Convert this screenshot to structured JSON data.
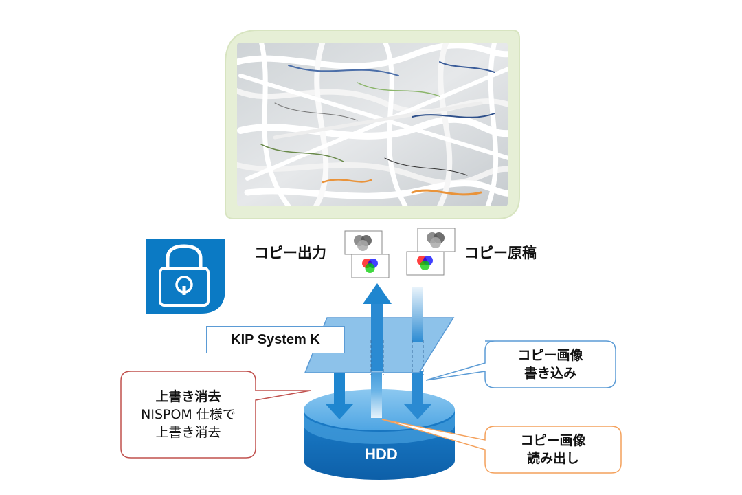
{
  "diagram": {
    "copy_output_label": "コピー出力",
    "copy_original_label": "コピー原稿",
    "system_label": "KIP System K",
    "write_callout": {
      "line1": "コピー画像",
      "line2": "書き込み"
    },
    "read_callout": {
      "line1": "コピー画像",
      "line2": "読み出し"
    },
    "erase_callout": {
      "title": "上書き消去",
      "line2": "NISPOM 仕様で",
      "line3": "上書き消去"
    },
    "hdd_label": "HDD"
  },
  "colors": {
    "accent_blue": "#1f86cf",
    "light_blue": "#6fb5e8",
    "lock_tile": "#0b7ac4",
    "red_callout_border": "#c0504d",
    "blue_callout_border": "#5b9bd5",
    "orange_callout_border": "#f4a15c",
    "photo_frame": "#e6efd6"
  },
  "icons": {
    "lock": "padlock-icon",
    "shredded_paper": "shredded-paper-photo",
    "grayscale_image": "grayscale-circles-icon",
    "color_image": "rgb-circles-icon"
  }
}
